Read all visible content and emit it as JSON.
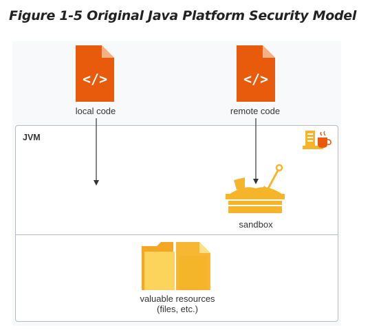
{
  "caption": "Figure 1-5 Original Java Platform Security Model",
  "nodes": {
    "local_code": "local code",
    "remote_code": "remote code",
    "jvm": "JVM",
    "sandbox": "sandbox",
    "resources_line1": "valuable resources",
    "resources_line2": "(files, etc.)"
  },
  "code_icon_glyph": "</>",
  "icons": [
    "code-file-icon",
    "code-file-icon",
    "java-cup-icon",
    "sandbox-icon",
    "folders-icon"
  ],
  "colors": {
    "code_file": "#e85a0c",
    "code_file_fold": "#f4b183",
    "sandbox": "#f5b52b",
    "folder": "#f7b733",
    "border": "#b7bcc2"
  }
}
